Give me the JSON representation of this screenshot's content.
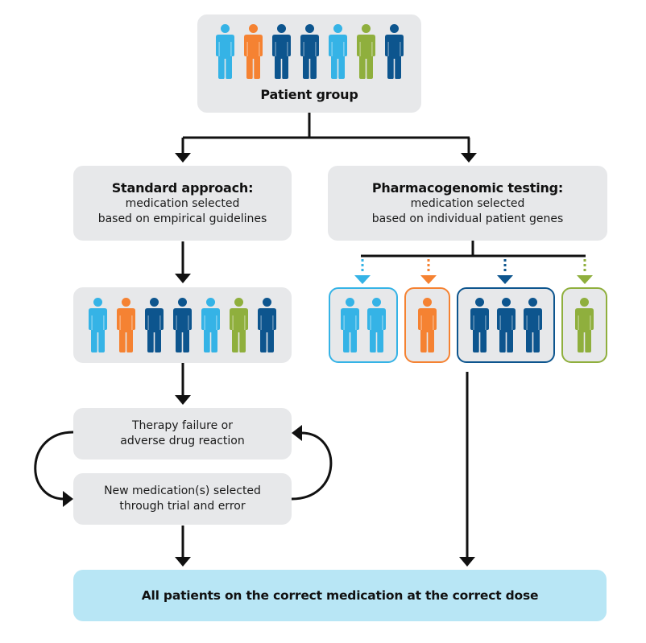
{
  "colors": {
    "light_blue": "#35B3E6",
    "orange": "#F58232",
    "dark_blue": "#0D558E",
    "green": "#8FAF3D",
    "box_gray": "#e7e8ea",
    "final_box": "#b8e6f5"
  },
  "patient_group": {
    "label": "Patient group",
    "people": [
      "light_blue",
      "orange",
      "dark_blue",
      "dark_blue",
      "light_blue",
      "green",
      "dark_blue"
    ]
  },
  "standard": {
    "title": "Standard approach:",
    "line1": "medication selected",
    "line2": "based on empirical guidelines",
    "people": [
      "light_blue",
      "orange",
      "dark_blue",
      "dark_blue",
      "light_blue",
      "green",
      "dark_blue"
    ],
    "failure_line1": "Therapy failure or",
    "failure_line2": "adverse drug reaction",
    "retry_line1": "New medication(s) selected",
    "retry_line2": "through trial and error"
  },
  "pharmacogenomic": {
    "title": "Pharmacogenomic testing:",
    "line1": "medication selected",
    "line2": "based on individual patient genes",
    "groups": [
      {
        "color": "light_blue",
        "count": 2
      },
      {
        "color": "orange",
        "count": 1
      },
      {
        "color": "dark_blue",
        "count": 3
      },
      {
        "color": "green",
        "count": 1
      }
    ]
  },
  "outcome": {
    "label": "All patients on the correct medication at the correct dose"
  }
}
